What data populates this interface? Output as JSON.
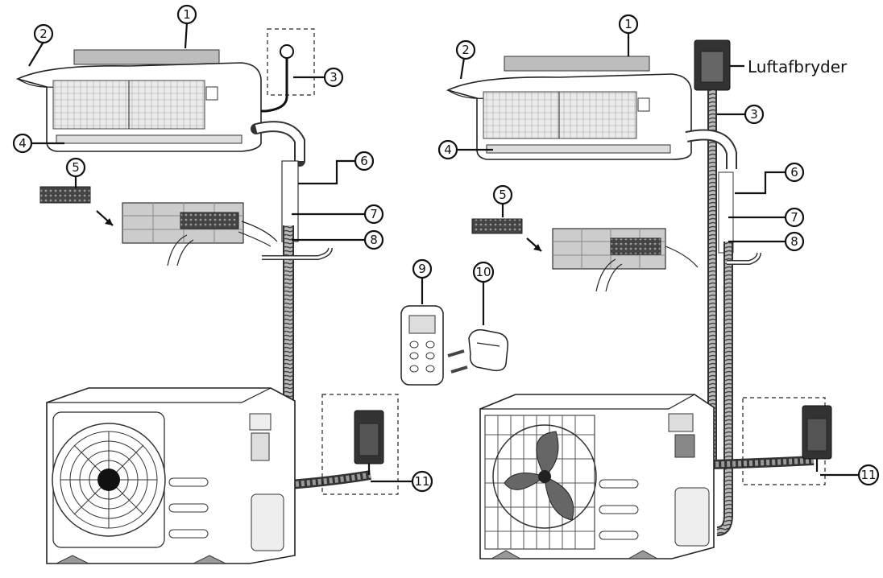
{
  "callouts": {
    "left": {
      "c1": "1",
      "c2": "2",
      "c3": "3",
      "c4": "4",
      "c5": "5",
      "c6": "6",
      "c7": "7",
      "c8": "8",
      "c11": "11"
    },
    "center": {
      "c9": "9",
      "c10": "10"
    },
    "right": {
      "c1": "1",
      "c2": "2",
      "c3": "3",
      "c4": "4",
      "c5": "5",
      "c6": "6",
      "c7": "7",
      "c8": "8",
      "c11": "11"
    }
  },
  "labels": {
    "breaker": "Luftafbryder"
  },
  "colors": {
    "line": "#111111",
    "unit_fill": "#ffffff",
    "filter_dark": "#555555",
    "box_dark": "#333333"
  }
}
